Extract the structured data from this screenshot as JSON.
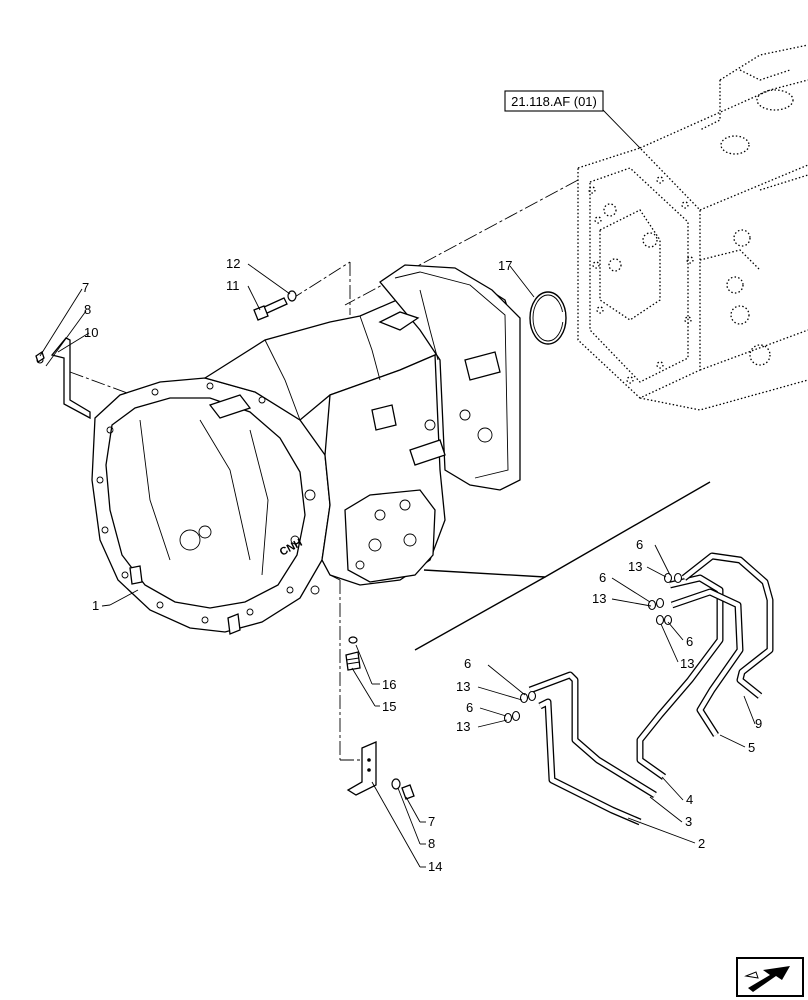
{
  "reference_callout": "21.118.AF (01)",
  "callouts": {
    "c1": "1",
    "c2": "2",
    "c3": "3",
    "c4": "4",
    "c5": "5",
    "c6a": "6",
    "c6b": "6",
    "c6c": "6",
    "c6d": "6",
    "c6e": "6",
    "c7a": "7",
    "c7b": "7",
    "c8a": "8",
    "c8b": "8",
    "c9": "9",
    "c10": "10",
    "c11": "11",
    "c12": "12",
    "c13a": "13",
    "c13b": "13",
    "c13c": "13",
    "c13d": "13",
    "c13e": "13",
    "c14": "14",
    "c15": "15",
    "c16": "16",
    "c17": "17"
  },
  "nav_icon": "next-page-arrow-icon"
}
